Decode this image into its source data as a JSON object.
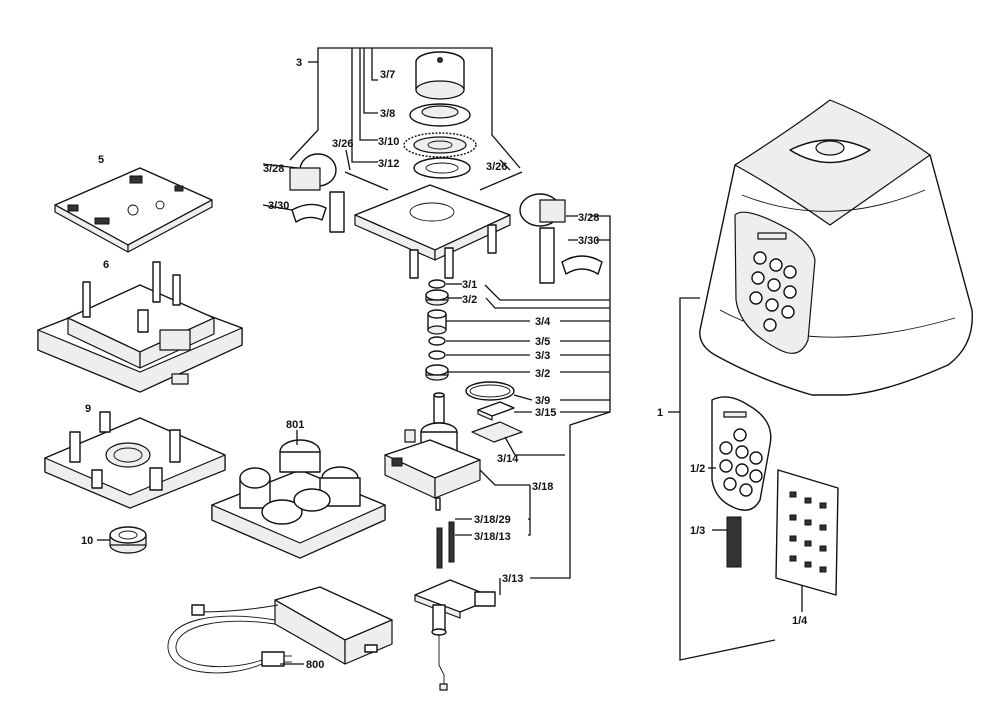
{
  "labels": {
    "p1": "1",
    "p1_2": "1/2",
    "p1_3": "1/3",
    "p1_4": "1/4",
    "p3": "3",
    "p3_1": "3/1",
    "p3_2a": "3/2",
    "p3_2b": "3/2",
    "p3_3": "3/3",
    "p3_4": "3/4",
    "p3_5": "3/5",
    "p3_7": "3/7",
    "p3_8": "3/8",
    "p3_9": "3/9",
    "p3_10": "3/10",
    "p3_12": "3/12",
    "p3_13": "3/13",
    "p3_14": "3/14",
    "p3_15": "3/15",
    "p3_18": "3/18",
    "p3_18_29": "3/18/29",
    "p3_18_13": "3/18/13",
    "p3_26a": "3/26",
    "p3_26b": "3/26",
    "p3_28a": "3/28",
    "p3_28b": "3/28",
    "p3_30a": "3/30",
    "p3_30b": "3/30",
    "p5": "5",
    "p6": "6",
    "p9": "9",
    "p10": "10",
    "p800": "800",
    "p801": "801"
  }
}
